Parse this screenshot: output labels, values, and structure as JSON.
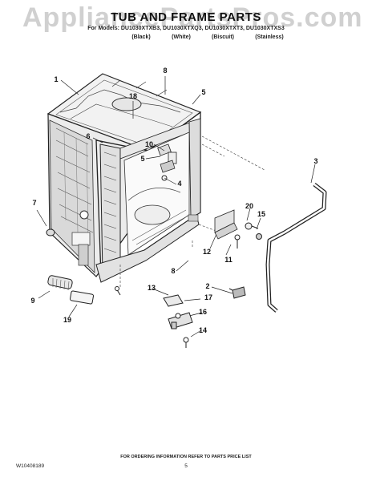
{
  "watermark": "AppliancePartsPros.com",
  "header": {
    "title": "TUB AND FRAME PARTS",
    "models_line": "For Models: DU1030XTXB3, DU1030XTXQ3, DU1030XTXT3, DU1030XTXS3",
    "finishes": [
      "(Black)",
      "(White)",
      "(Biscuit)",
      "(Stainless)"
    ]
  },
  "callouts": [
    "1",
    "8",
    "5",
    "18",
    "6",
    "10",
    "5",
    "4",
    "3",
    "7",
    "20",
    "15",
    "12",
    "11",
    "8",
    "13",
    "2",
    "17",
    "16",
    "14",
    "9",
    "19"
  ],
  "footer": {
    "note": "FOR ORDERING INFORMATION REFER TO PARTS PRICE LIST",
    "doc_number": "W10408189",
    "page_number": "5"
  }
}
